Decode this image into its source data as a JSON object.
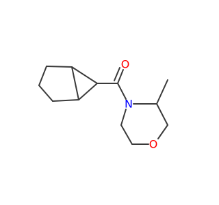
{
  "molecule": {
    "atoms": {
      "oxygen_carbonyl": {
        "symbol": "O",
        "color": "#ff0000"
      },
      "nitrogen": {
        "symbol": "N",
        "color": "#0000ff"
      },
      "oxygen_ring": {
        "symbol": "O",
        "color": "#ff0000"
      }
    },
    "bond_color": "#3a3a3a"
  }
}
